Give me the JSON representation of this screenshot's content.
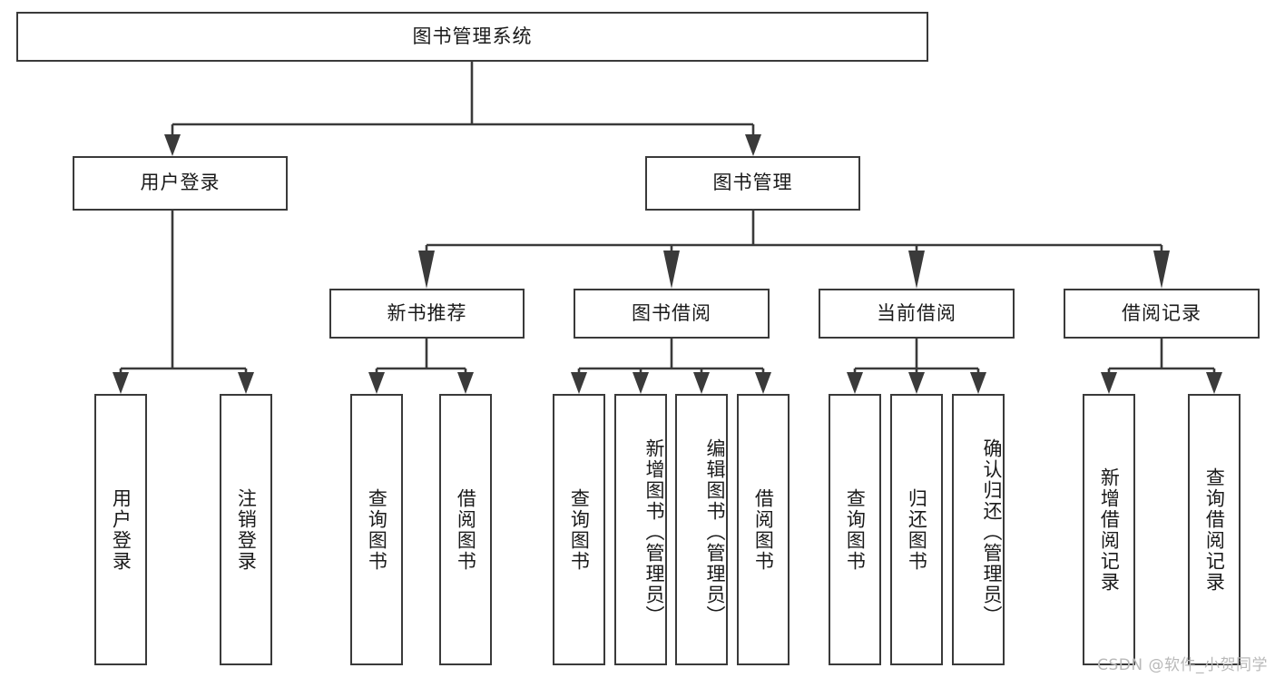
{
  "diagram": {
    "title": "图书管理系统",
    "type": "hierarchy-tree",
    "watermark": "CSDN @软件_小贺同学",
    "colors": {
      "box_border": "#3a3a3a",
      "box_fill": "#ffffff",
      "connector": "#3a3a3a",
      "text": "#1a1a1a",
      "watermark": "#b9b9b9",
      "background": "#ffffff"
    },
    "levels": {
      "root": {
        "label": "图书管理系统"
      },
      "level2": [
        {
          "id": "user-login",
          "label": "用户登录"
        },
        {
          "id": "book-management",
          "label": "图书管理"
        }
      ],
      "level3": [
        {
          "id": "new-book-recommend",
          "label": "新书推荐",
          "parent": "book-management"
        },
        {
          "id": "book-borrow",
          "label": "图书借阅",
          "parent": "book-management"
        },
        {
          "id": "current-borrow",
          "label": "当前借阅",
          "parent": "book-management"
        },
        {
          "id": "borrow-record",
          "label": "借阅记录",
          "parent": "book-management"
        }
      ],
      "leaves": [
        {
          "id": "leaf-user-login",
          "label": "用户登录",
          "parent": "user-login"
        },
        {
          "id": "leaf-logout",
          "label": "注销登录",
          "parent": "user-login"
        },
        {
          "id": "leaf-query-book-1",
          "label": "查询图书",
          "parent": "new-book-recommend"
        },
        {
          "id": "leaf-borrow-book-1",
          "label": "借阅图书",
          "parent": "new-book-recommend"
        },
        {
          "id": "leaf-query-book-2",
          "label": "查询图书",
          "parent": "book-borrow"
        },
        {
          "id": "leaf-add-book",
          "label": "新增图书（管理员）",
          "parent": "book-borrow"
        },
        {
          "id": "leaf-edit-book",
          "label": "编辑图书（管理员）",
          "parent": "book-borrow"
        },
        {
          "id": "leaf-borrow-book-2",
          "label": "借阅图书",
          "parent": "book-borrow"
        },
        {
          "id": "leaf-query-book-3",
          "label": "查询图书",
          "parent": "current-borrow"
        },
        {
          "id": "leaf-return-book",
          "label": "归还图书",
          "parent": "current-borrow"
        },
        {
          "id": "leaf-confirm-return",
          "label": "确认归还（管理员）",
          "parent": "current-borrow"
        },
        {
          "id": "leaf-add-record",
          "label": "新增借阅记录",
          "parent": "borrow-record"
        },
        {
          "id": "leaf-query-record",
          "label": "查询借阅记录",
          "parent": "borrow-record"
        }
      ]
    }
  }
}
